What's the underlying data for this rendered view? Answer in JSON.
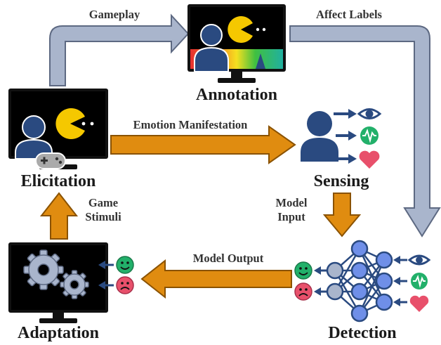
{
  "colors": {
    "blue_arrow": "#a9b5cc",
    "blue_arrow_stroke": "#5d6982",
    "orange_arrow": "#e08c10",
    "orange_arrow_stroke": "#8a5200",
    "person": "#2a4a80",
    "monitor": "#111111",
    "pacman": "#f5c800",
    "node_fill": "#6f8fe8",
    "node_gray": "#a9b5cc",
    "eye": "#2a4a80",
    "signal": "#22b06a",
    "heart": "#e8506b",
    "happy": "#22b06a",
    "sad": "#e8506b"
  },
  "nodes": {
    "elicitation": "Elicitation",
    "annotation": "Annotation",
    "sensing": "Sensing",
    "detection": "Detection",
    "adaptation": "Adaptation"
  },
  "edges": {
    "gameplay": "Gameplay",
    "affect_labels": "Affect Labels",
    "emotion_manifestation": "Emotion Manifestation",
    "model_input_line1": "Model",
    "model_input_line2": "Input",
    "model_output": "Model Output",
    "game_stimuli_line1": "Game",
    "game_stimuli_line2": "Stimuli"
  },
  "icons": {
    "monitor": "monitor-icon",
    "person": "person-icon",
    "pacman": "pacman-icon",
    "gamepad": "gamepad-icon",
    "gears": "gears-icon",
    "neural_network": "neural-network-icon",
    "eye": "eye-icon",
    "signal": "heartbeat-signal-icon",
    "heart": "heart-icon",
    "happy_face": "happy-face-icon",
    "sad_face": "sad-face-icon",
    "rainbow_bar": "annotation-trace-icon"
  }
}
